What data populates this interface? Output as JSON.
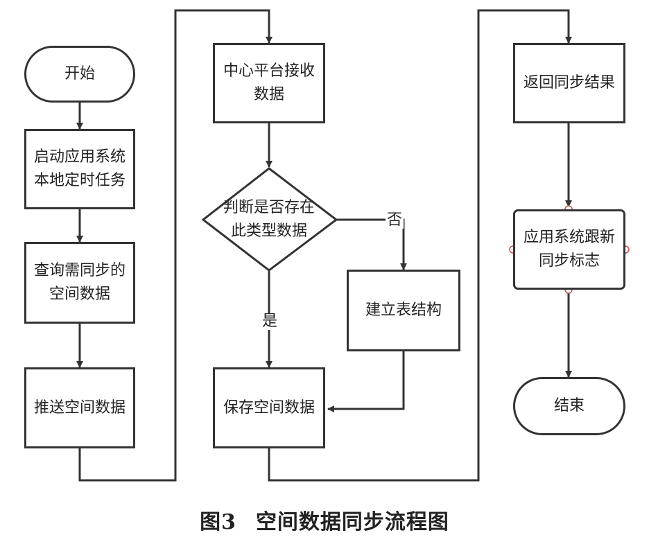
{
  "nodes": {
    "start": "开始",
    "launch_timer": "启动应用系统本地定时任务",
    "query_data": "查询需同步的空间数据",
    "push_data": "推送空间数据",
    "center_receive": "中心平台接收数据",
    "decision": "判断是否存在此类型数据",
    "create_table": "建立表结构",
    "save_data": "保存空间数据",
    "return_result": "返回同步结果",
    "update_flag": "应用系统跟新同步标志",
    "end": "结束"
  },
  "edge_labels": {
    "no": "否",
    "yes": "是"
  },
  "caption": {
    "figure_number": "图3",
    "title": "空间数据同步流程图"
  },
  "colors": {
    "line": "#333333",
    "connector_point": "#c0504d"
  }
}
